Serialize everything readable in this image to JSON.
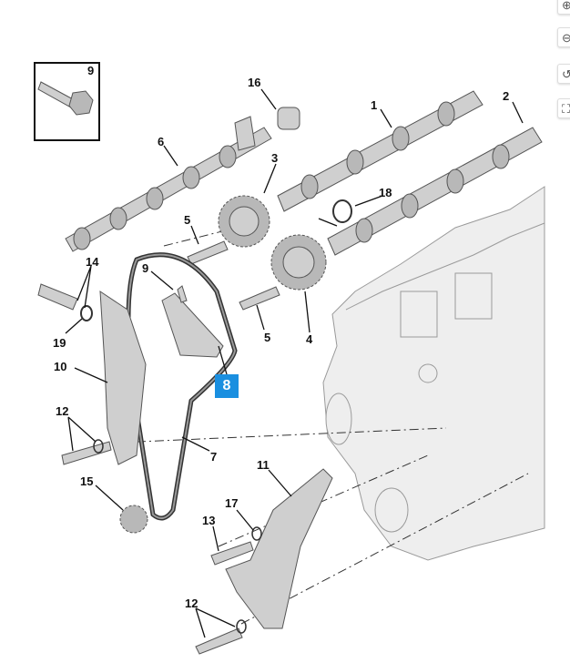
{
  "labels": {
    "inset_9": "9",
    "p16": "16",
    "p1": "1",
    "p2": "2",
    "p6": "6",
    "p3": "3",
    "p18": "18",
    "p5a": "5",
    "p14": "14",
    "p9": "9",
    "p19": "19",
    "p5b": "5",
    "p4": "4",
    "p10": "10",
    "p8": "8",
    "p12a": "12",
    "p7": "7",
    "p11": "11",
    "p15": "15",
    "p17": "17",
    "p13": "13",
    "p12b": "12"
  },
  "toolbar": {
    "zoom_in_icon": "⊕",
    "zoom_out_icon": "⊖",
    "rotate_icon": "↺",
    "fullscreen_icon": "⛶"
  },
  "colors": {
    "highlight": "#1a8fe0"
  }
}
